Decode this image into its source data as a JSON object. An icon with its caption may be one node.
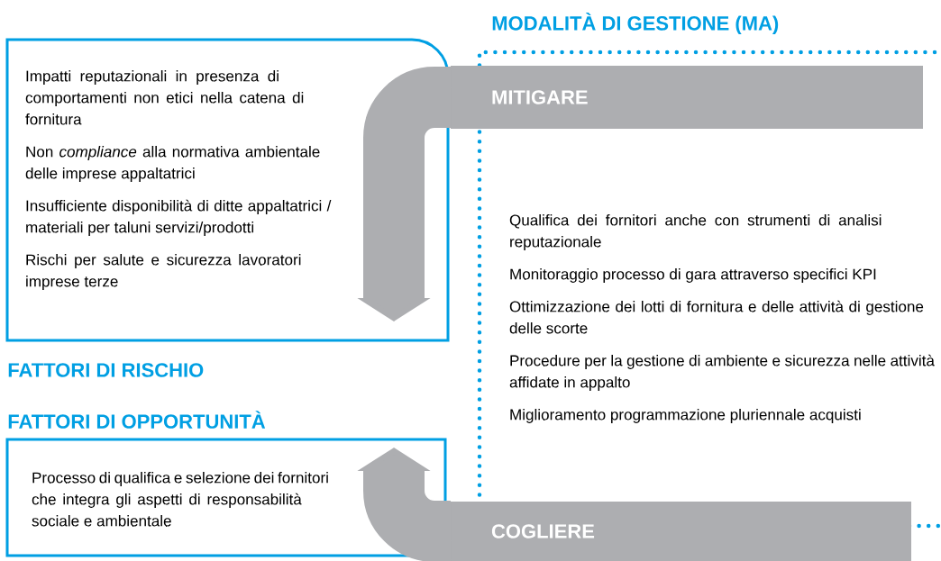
{
  "diagram": {
    "nodes": [
      {
        "text": [
          "Impatti reputazionali in presenza di comportamenti non etici nella catena di fornitura",
          "Non *compliance* alla normativa ambientale delle imprese appaltatrici",
          "Insufficiente disponibilità di ditte appaltatrici / materiali per taluni servizi/prodotti",
          "Rischi per salute e sicurezza lavoratori imprese terze",
          "FATTORI DI RISCHIO"
        ]
      },
      {
        "text": [
          "FATTORI DI OPPORTUNITÀ",
          "Processo di qualifica e selezione dei fornitori che integra gli aspetti di responsabilità sociale e ambientale"
        ]
      },
      {
        "text": [
          "MODALITÀ DI GESTIONE (MA)",
          "Qualifica dei fornitori anche con strumenti di analisi reputazionale",
          "Monitoraggio processo di gara attraverso specifici KPI",
          "Ottimizzazione dei lotti di fornitura e delle attività di gestione delle scorte",
          "Procedure per la gestione di ambiente e sicurezza nelle attività affidate in appalto",
          "Miglioramento programmazione pluriennale acquisti"
        ]
      },
      {
        "text": [
          "MITIGARE"
        ]
      },
      {
        "text": [
          "COGLIERE"
        ]
      }
    ],
    "edges": [
      {
        "from": 3,
        "to": 0,
        "arrow": "to"
      },
      {
        "from": 4,
        "to": 1,
        "arrow": "to"
      }
    ]
  }
}
